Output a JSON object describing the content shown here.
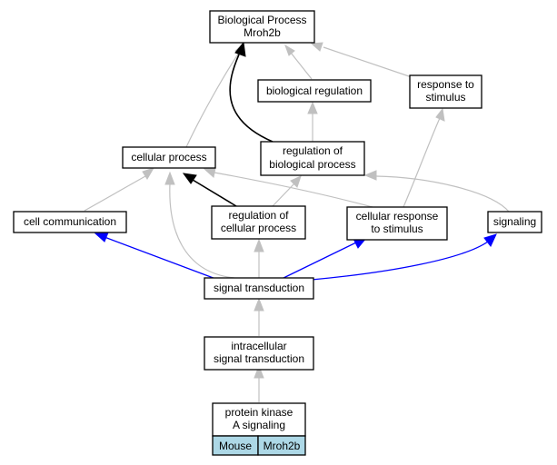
{
  "nodes": {
    "biological_process": [
      "Biological Process",
      "Mroh2b"
    ],
    "biological_regulation": [
      "biological regulation"
    ],
    "response_to_stimulus": [
      "response to",
      "stimulus"
    ],
    "cellular_process": [
      "cellular process"
    ],
    "regulation_of_biological_process": [
      "regulation of",
      "biological process"
    ],
    "cell_communication": [
      "cell communication"
    ],
    "regulation_of_cellular_process": [
      "regulation of",
      "cellular process"
    ],
    "cellular_response_to_stimulus": [
      "cellular response",
      "to stimulus"
    ],
    "signaling": [
      "signaling"
    ],
    "signal_transduction": [
      "signal transduction"
    ],
    "intracellular_signal_transduction": [
      "intracellular",
      "signal transduction"
    ],
    "protein_kinase_a_signaling": [
      "protein kinase",
      "A signaling"
    ]
  },
  "annotation": {
    "species": "Mouse",
    "gene": "Mroh2b",
    "color": "#add8e6"
  },
  "edge_colors": {
    "gray": "#c0c0c0",
    "black": "#000000",
    "blue": "#0000ff"
  }
}
